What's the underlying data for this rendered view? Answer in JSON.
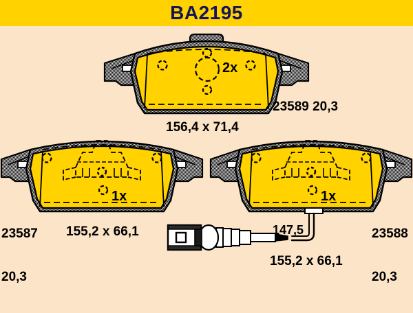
{
  "header": {
    "title": "BA2195",
    "band_color": "#ffd200",
    "title_color": "#14145a"
  },
  "page": {
    "background_color": "#fce4c8",
    "pad_color": "#ffd200",
    "outline_color": "#000000",
    "backing_plate_color": "#c8c8c8"
  },
  "pads": [
    {
      "id": "pad-top",
      "quantity_label": "2x",
      "part_number": "23589",
      "thickness": "20,3",
      "part_label": "23589 20,3",
      "dimensions": "156,4 x 71,4",
      "width_mm": "156,4",
      "height_mm": "71,4",
      "has_wear_sensor": false
    },
    {
      "id": "pad-lower-left",
      "quantity_label": "1x",
      "part_number": "23587",
      "thickness": "20,3",
      "dimensions": "155,2 x 66,1",
      "width_mm": "155,2",
      "height_mm": "66,1",
      "has_wear_sensor": false
    },
    {
      "id": "pad-lower-right",
      "quantity_label": "1x",
      "part_number": "23588",
      "thickness": "20,3",
      "dimensions": "155,2 x 66,1",
      "width_mm": "155,2",
      "height_mm": "66,1",
      "has_wear_sensor": true,
      "sensor_length": "147,5"
    }
  ]
}
